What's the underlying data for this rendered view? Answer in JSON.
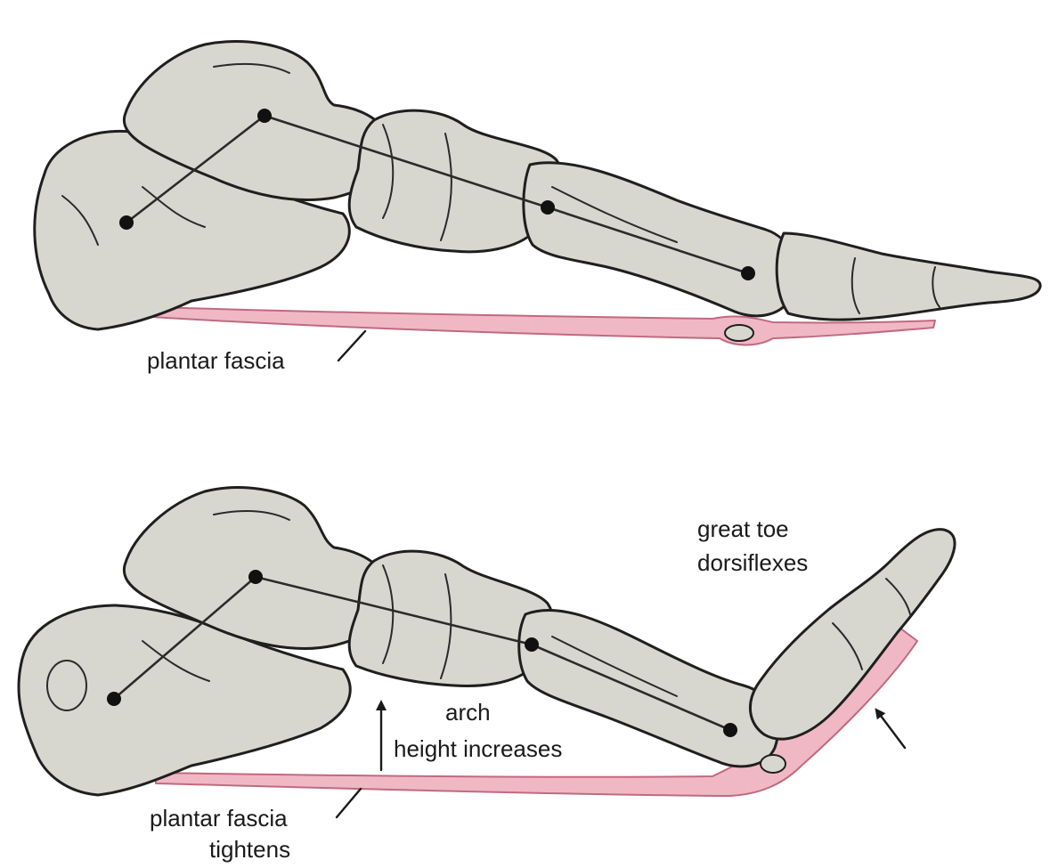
{
  "diagram": {
    "top_panel": {
      "fascia_label": "plantar fascia"
    },
    "bottom_panel": {
      "toe_label": [
        "great toe",
        "dorsiflexes"
      ],
      "arch_label": [
        "arch",
        "height increases"
      ],
      "fascia_label": [
        "plantar fascia",
        "tightens"
      ]
    },
    "colors": {
      "bone": "#d8d7cf",
      "outline": "#1f1f1f",
      "fascia": "#f0b8c4",
      "fascia_outline": "#c06a80"
    }
  }
}
